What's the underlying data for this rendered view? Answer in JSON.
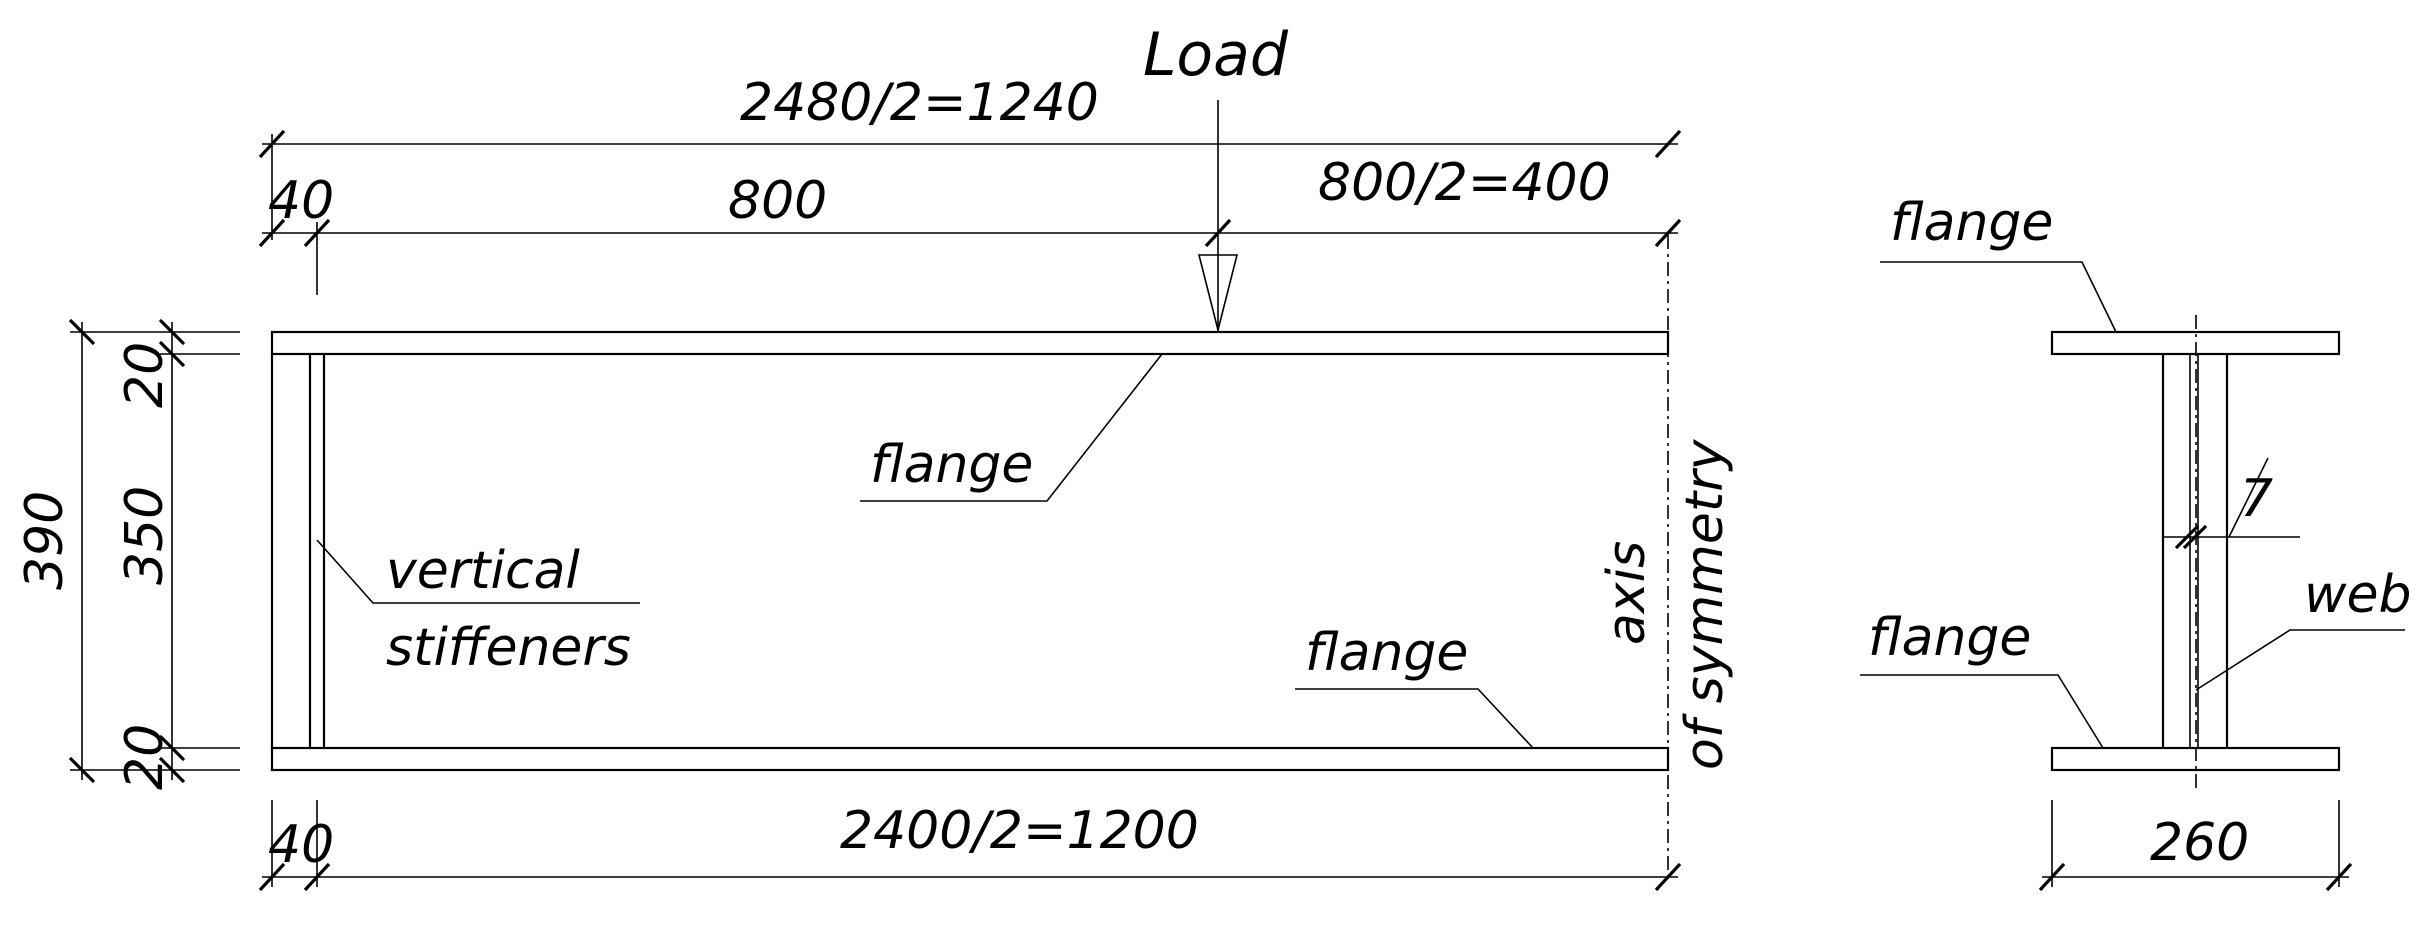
{
  "labels": {
    "load": "Load",
    "dim_total_half_length": "2480/2=1240",
    "dim_end_offset_top": "40",
    "dim_panel": "800",
    "dim_half_panel": "800/2=400",
    "dim_depth_total": "390",
    "dim_top_flange_thk": "20",
    "dim_web_height": "350",
    "dim_bottom_flange_thk": "20",
    "dim_end_offset_bottom": "40",
    "dim_span_half": "2400/2=1200",
    "flange_top_elev": "flange",
    "flange_bottom_elev": "flange",
    "vertical_stiffeners_line1": "vertical",
    "vertical_stiffeners_line2": "stiffeners",
    "axis_line1": "axis",
    "axis_line2": "of symmetry",
    "flange_top_section": "flange",
    "flange_bottom_section": "flange",
    "web_thk": "7",
    "web": "web",
    "flange_width": "260"
  }
}
